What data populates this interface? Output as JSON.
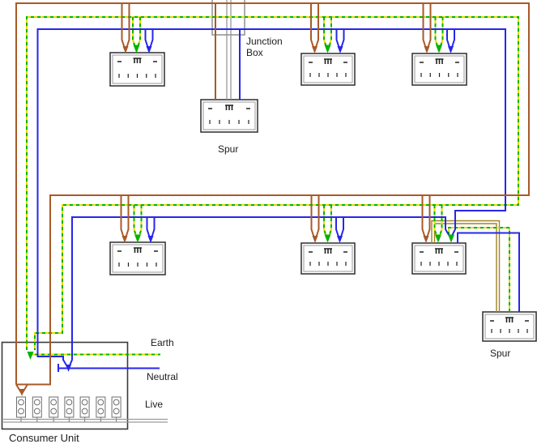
{
  "page": {
    "type": "ring-main-wiring-diagram",
    "background": "#ffffff"
  },
  "labels": {
    "junction_box": [
      "Junction",
      "Box"
    ],
    "spur_top": "Spur",
    "spur_right": "Spur",
    "earth": "Earth",
    "neutral": "Neutral",
    "live": "Live",
    "consumer_unit": "Consumer Unit"
  },
  "colors": {
    "live_wire": "#a85a28",
    "earth_yellow": "#dede00",
    "earth_green": "#00b400",
    "neutral_wire": "#2626ec",
    "spur_live_wire": "#a08428",
    "bare_earth_wire": "#909090",
    "junction_box_outline": "#909090",
    "socket_outline": "#3a3a3a",
    "socket_inner": "#9a9a9a",
    "glyph": "#222222",
    "consumer_unit_outline": "#3a3a3a",
    "fuse_outline": "#6e6e6e",
    "busbar": "#9a9a9a",
    "text": "#1c1c1c"
  },
  "components": {
    "socket_count": 6,
    "spur_count": 2,
    "fuse_count": 7
  }
}
